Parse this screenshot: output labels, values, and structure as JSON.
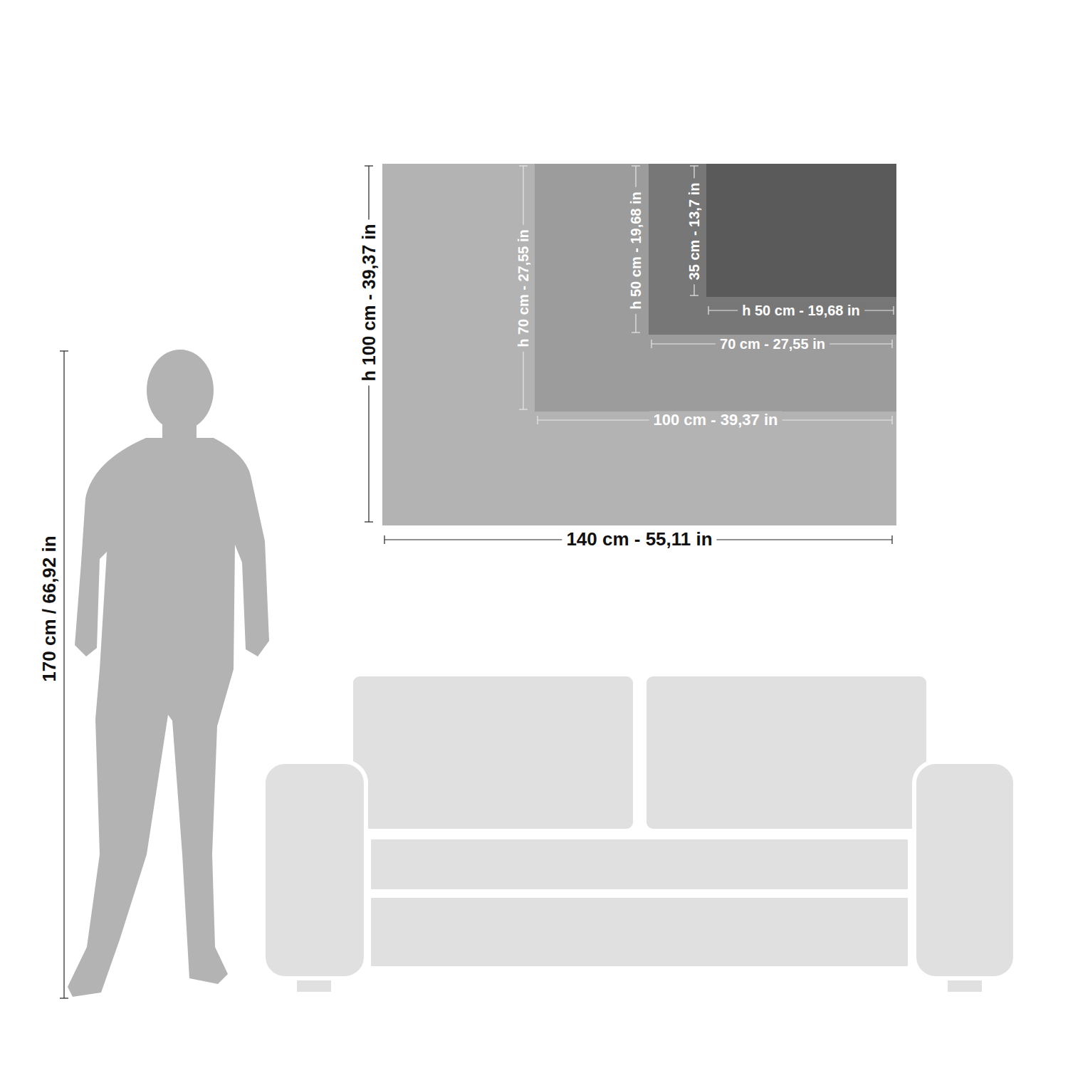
{
  "diagram": {
    "labels": [
      "h 100 cm - 39,37 in",
      "h 70 cm - 27,55 in",
      "h 50 cm - 19,68 in",
      "35 cm - 13,7 in",
      "h 50 cm - 19,68 in",
      "70 cm - 27,55 in",
      "100 cm - 39,37 in",
      "140 cm - 55,11 in",
      "170 cm / 66,92 in"
    ]
  }
}
